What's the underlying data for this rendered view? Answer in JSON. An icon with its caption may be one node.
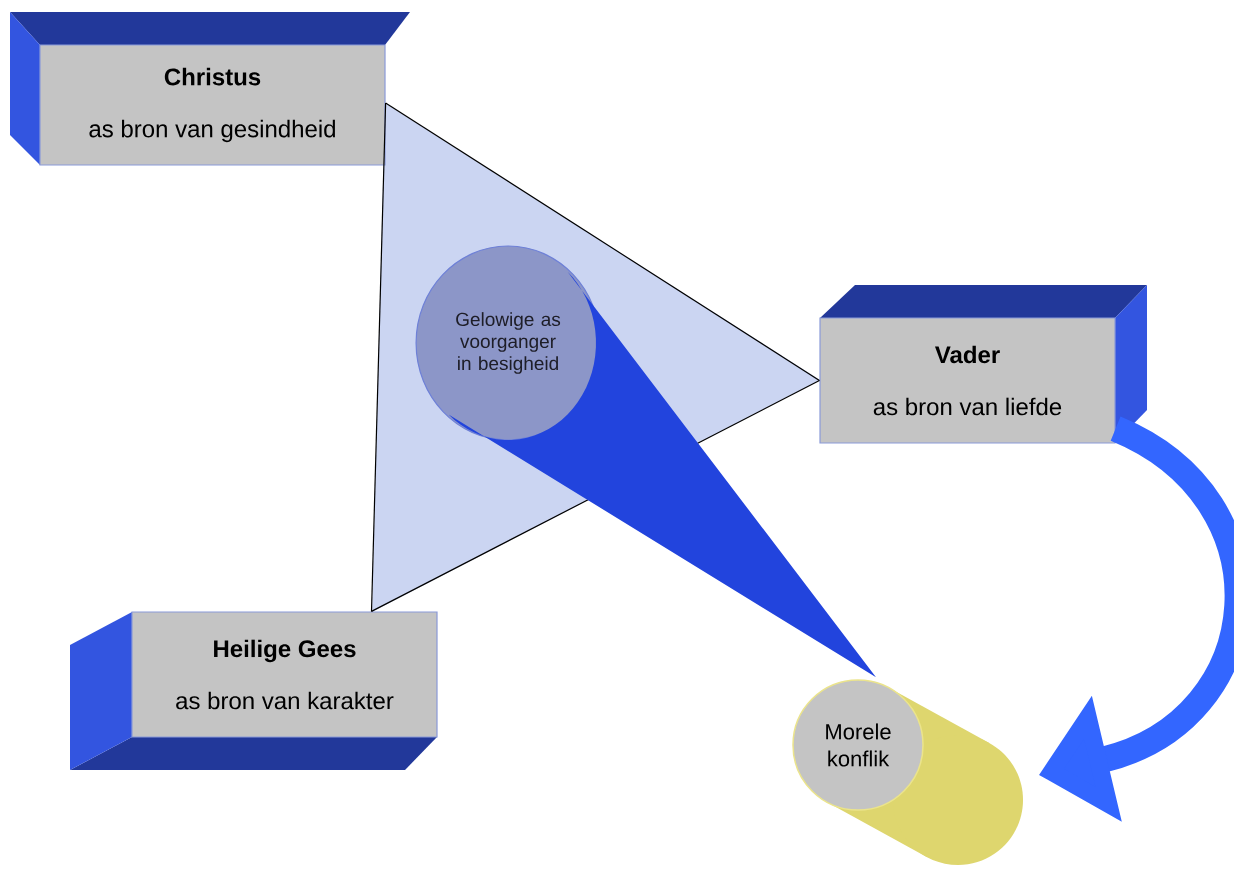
{
  "diagram": {
    "nodes": [
      {
        "text": [
          "Christus",
          "as bron van gesindheid"
        ]
      },
      {
        "text": [
          "Gelowige as voorganger in besigheid"
        ]
      },
      {
        "text": [
          "Vader",
          "as bron van liefde"
        ]
      },
      {
        "text": [
          "Heilige Gees",
          "as bron van karakter"
        ]
      },
      {
        "text": [
          "Morele konflik"
        ]
      }
    ],
    "edges": [
      {
        "from": 0,
        "to": 2,
        "arrow": "none"
      },
      {
        "from": 2,
        "to": 3,
        "arrow": "none"
      },
      {
        "from": 3,
        "to": 0,
        "arrow": "none"
      },
      {
        "from": 1,
        "to": 4,
        "arrow": "none",
        "style": "thick",
        "color": "#2244dd"
      },
      {
        "from": 2,
        "to": 4,
        "arrow": "to",
        "style": "thick",
        "color": "#3366ff"
      }
    ]
  }
}
